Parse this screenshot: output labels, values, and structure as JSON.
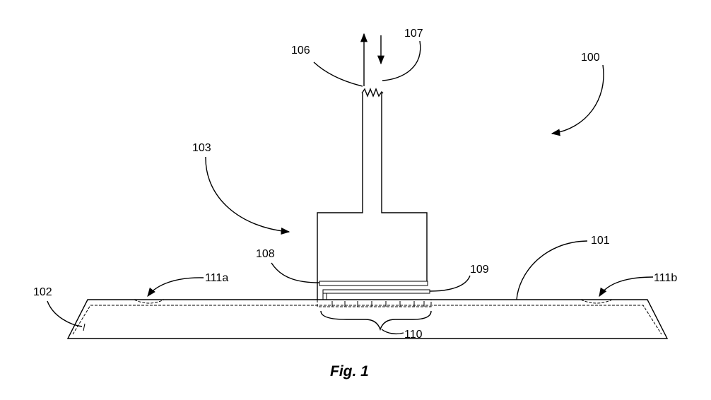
{
  "figure": {
    "caption": "Fig. 1",
    "labels": {
      "l100": "100",
      "l101": "101",
      "l102": "102",
      "l103": "103",
      "l106": "106",
      "l107": "107",
      "l108": "108",
      "l109": "109",
      "l110": "110",
      "l111a": "111a",
      "l111b": "111b"
    }
  }
}
